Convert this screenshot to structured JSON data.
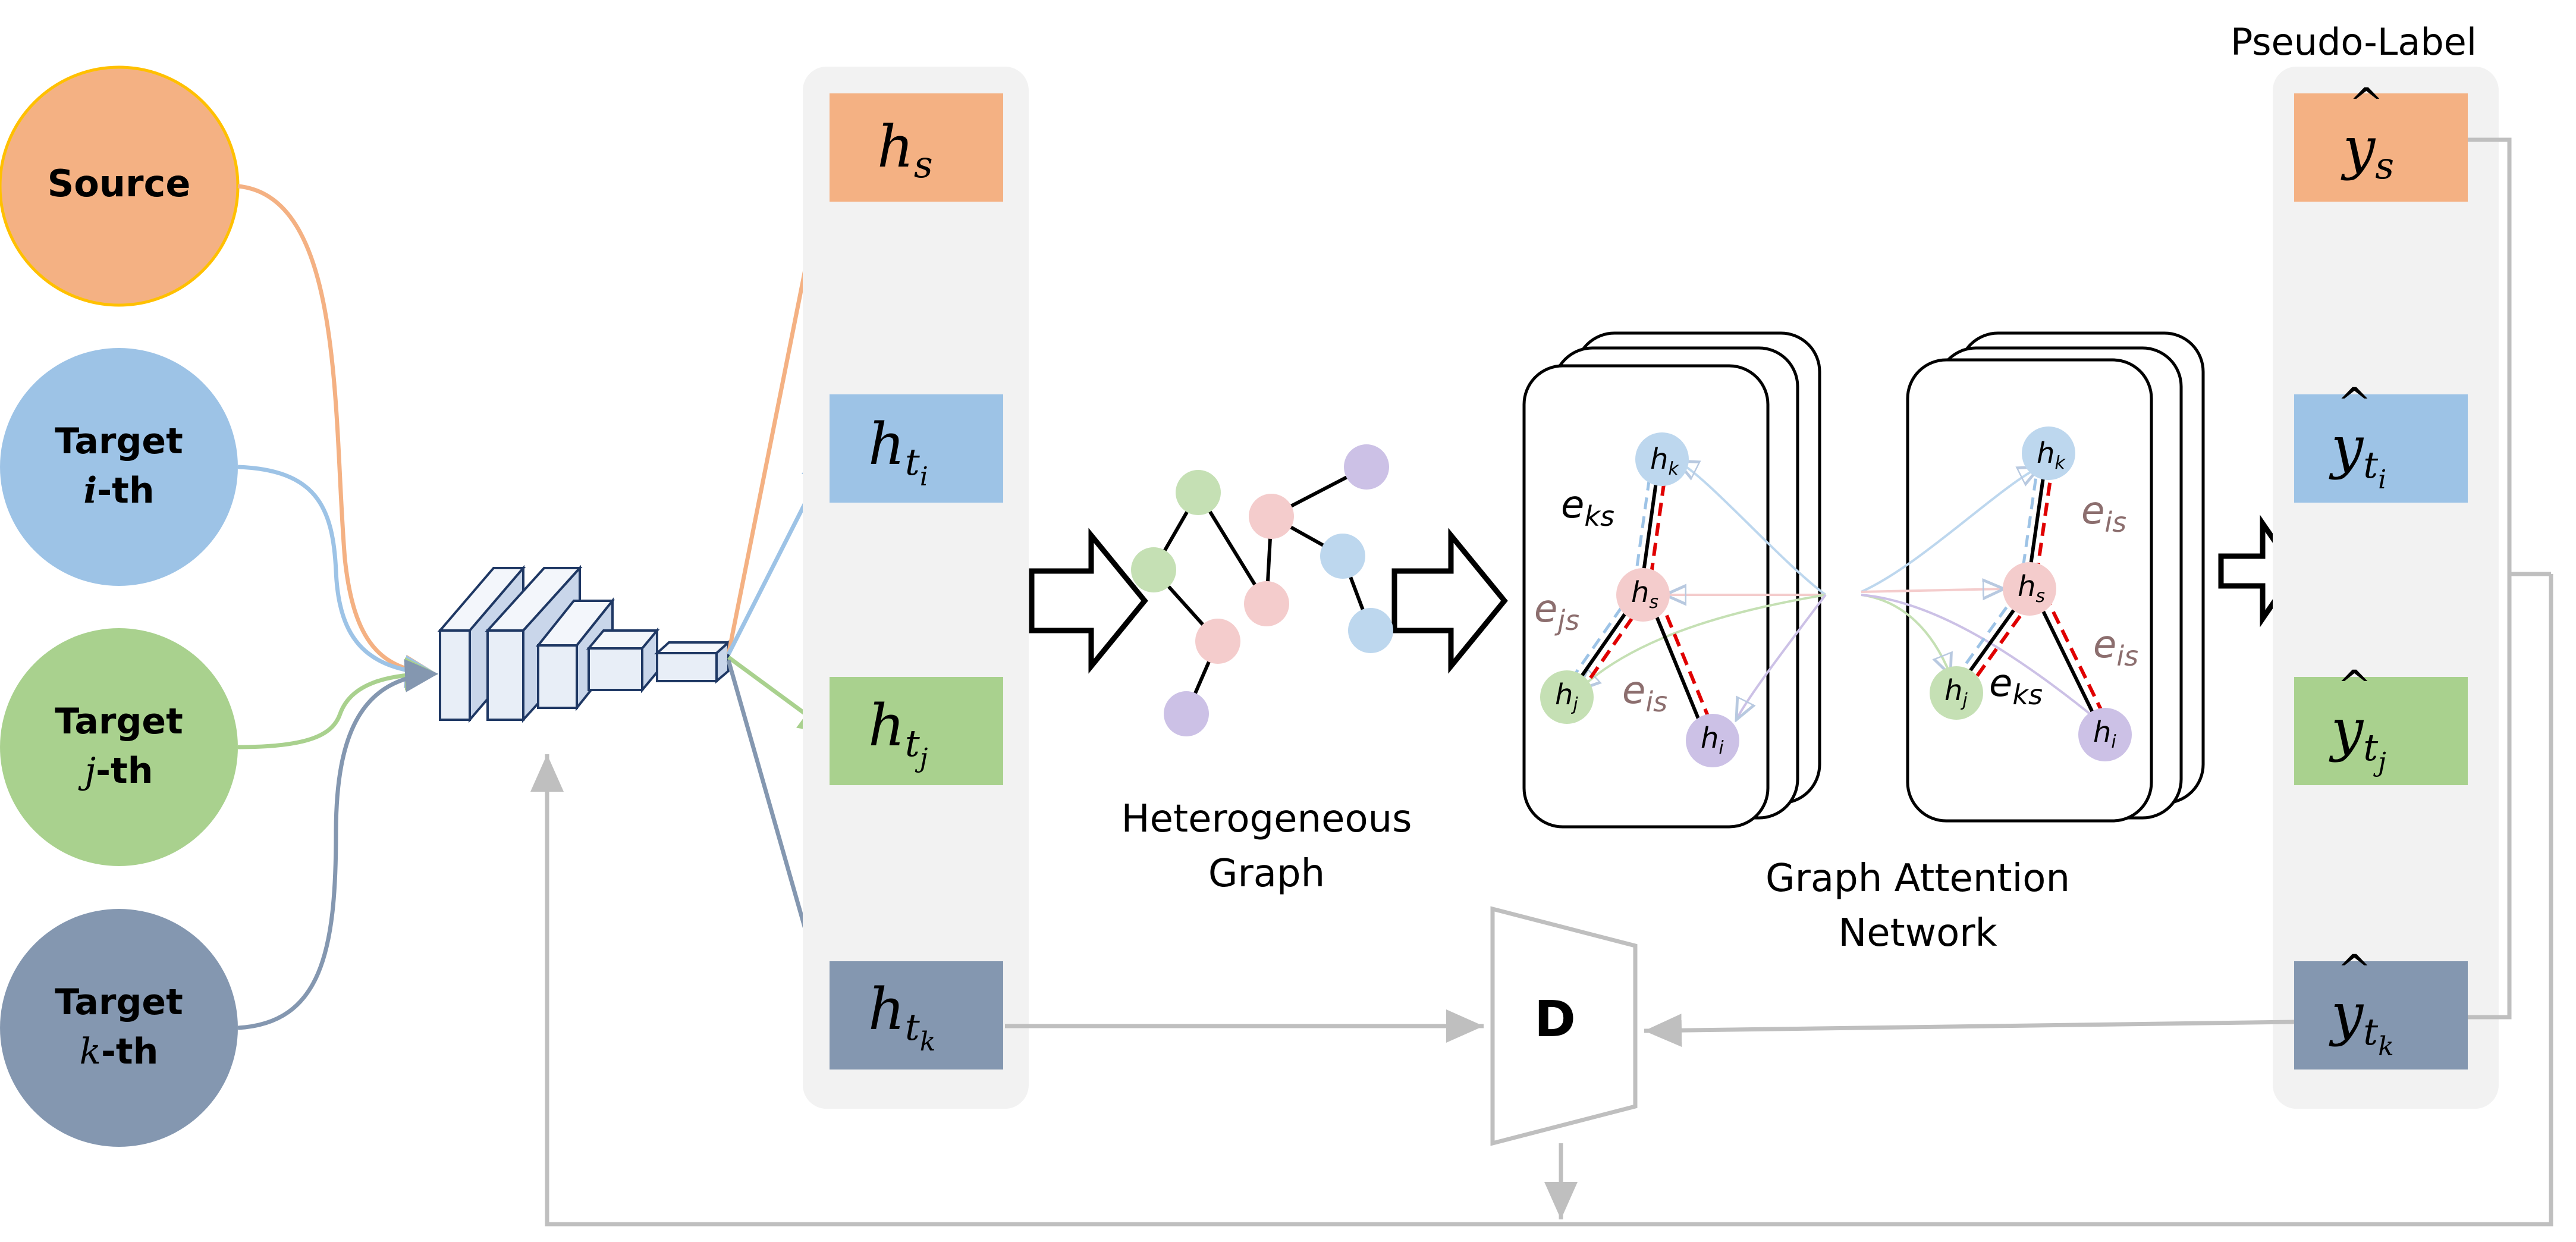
{
  "inputs": {
    "source": {
      "label": "Source",
      "color": "#F4B183",
      "border": "#FFC000"
    },
    "target_i": {
      "line1": "Target",
      "line2_math": "i",
      "line2_rest": "-th",
      "color": "#9DC3E6"
    },
    "target_j": {
      "line1": "Target",
      "line2_math": "j",
      "line2_rest": "-th",
      "color": "#A9D18E"
    },
    "target_k": {
      "line1": "Target",
      "line2_math": "k",
      "line2_rest": "-th",
      "color": "#8497B0"
    }
  },
  "features": {
    "h_s": {
      "base": "h",
      "sub": "s"
    },
    "h_ti": {
      "base": "h",
      "sub": "t",
      "subsub": "i"
    },
    "h_tj": {
      "base": "h",
      "sub": "t",
      "subsub": "j"
    },
    "h_tk": {
      "base": "h",
      "sub": "t",
      "subsub": "k"
    }
  },
  "graph_label": {
    "line1": "Heterogeneous",
    "line2": "Graph"
  },
  "gat_label": {
    "line1": "Graph Attention",
    "line2": "Network"
  },
  "gat1": {
    "nodes": {
      "k": "k",
      "s": "s",
      "j": "j",
      "i": "i"
    },
    "edges": {
      "ks": "ks",
      "js": "js",
      "is": "is"
    }
  },
  "gat2": {
    "nodes": {
      "k": "k",
      "s": "s",
      "j": "j",
      "i": "i"
    },
    "edges": {
      "is_top": "is",
      "is_right": "is",
      "ks": "ks"
    }
  },
  "pseudo_label": {
    "title": "Pseudo-Label"
  },
  "outputs": {
    "y_s": {
      "base": "y",
      "sub": "s"
    },
    "y_ti": {
      "base": "y",
      "sub": "t",
      "subsub": "i"
    },
    "y_tj": {
      "base": "y",
      "sub": "t",
      "subsub": "j"
    },
    "y_tk": {
      "base": "y",
      "sub": "t",
      "subsub": "k"
    }
  },
  "discriminator": {
    "label": "D"
  },
  "colors": {
    "orange": "#F4B183",
    "blue": "#9DC3E6",
    "green": "#A9D18E",
    "slate": "#8497B0",
    "panel": "#F2F2F2",
    "arrow_gray": "#BFBFBF",
    "attention_red": "#E00000"
  }
}
